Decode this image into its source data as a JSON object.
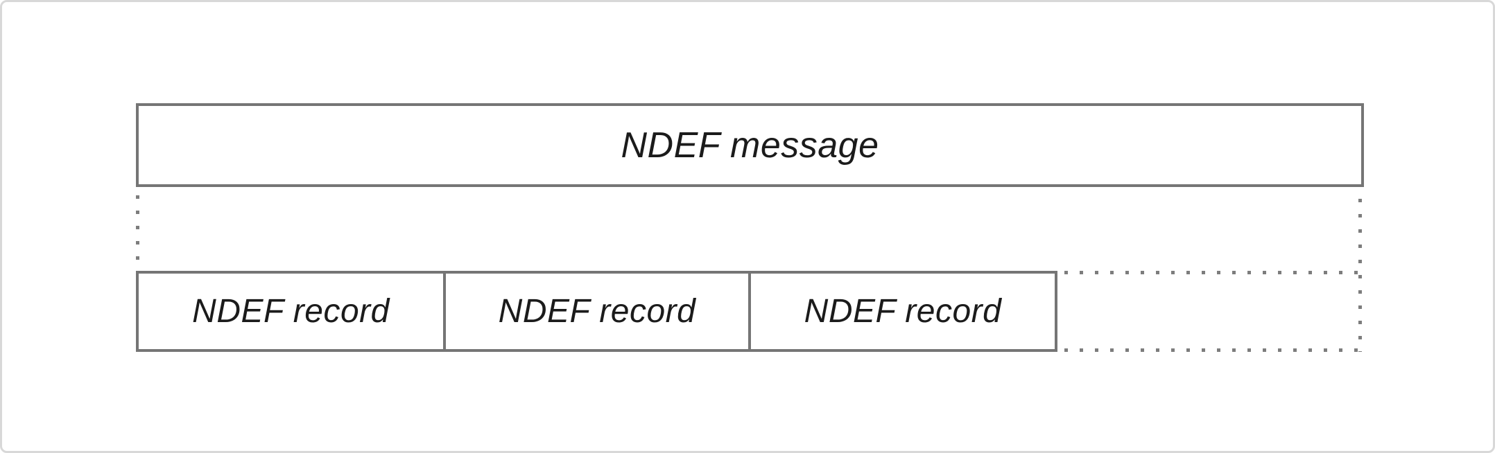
{
  "diagram": {
    "message_box": {
      "label": "NDEF message"
    },
    "records": [
      {
        "label": "NDEF record"
      },
      {
        "label": "NDEF record"
      },
      {
        "label": "NDEF record"
      }
    ],
    "colors": {
      "solid_border": "#757575",
      "dotted_line": "#7d7d7d",
      "outer_frame": "#d8d8d8",
      "text": "#1b1b1b",
      "background": "#ffffff"
    }
  }
}
